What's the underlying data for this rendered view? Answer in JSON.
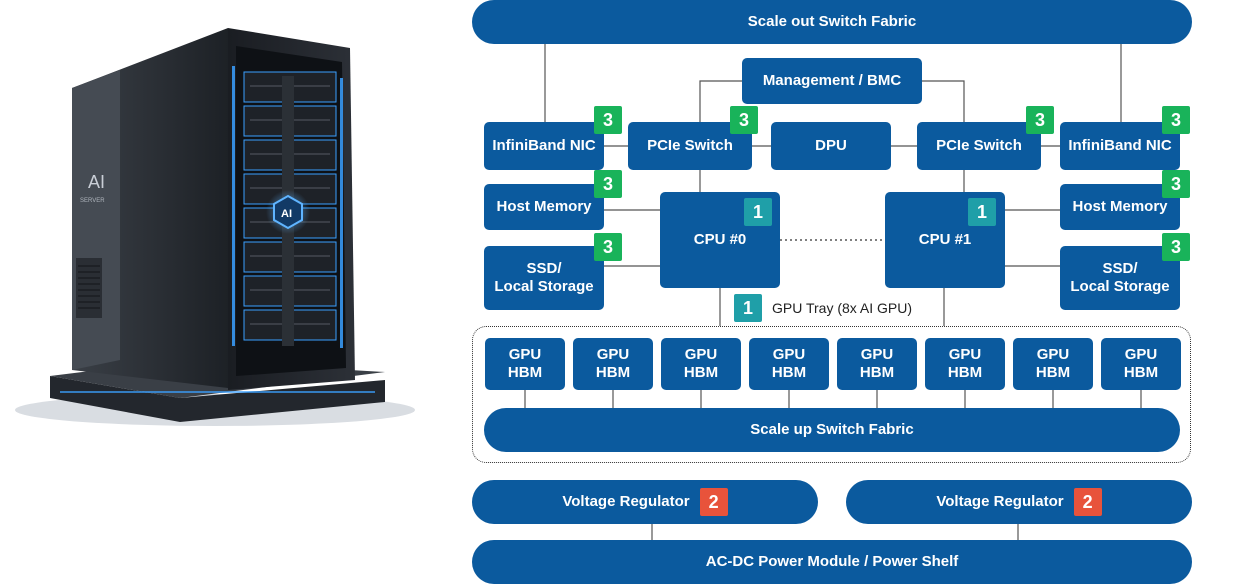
{
  "diagram": {
    "scale_out_fabric": "Scale out Switch Fabric",
    "management": "Management / BMC",
    "infiniband_left": "InfiniBand NIC",
    "infiniband_right": "InfiniBand NIC",
    "pcie_left": "PCIe Switch",
    "pcie_right": "PCIe Switch",
    "dpu": "DPU",
    "host_memory_left": "Host Memory",
    "host_memory_right": "Host Memory",
    "ssd_left": "SSD/\nLocal Storage",
    "ssd_right": "SSD/\nLocal Storage",
    "cpu0": "CPU #0",
    "cpu1": "CPU #1",
    "gpu_tray_label": "GPU Tray (8x AI GPU)",
    "gpu_label": "GPU\nHBM",
    "scale_up_fabric": "Scale up Switch Fabric",
    "voltage_regulator_left": "Voltage Regulator",
    "voltage_regulator_right": "Voltage Regulator",
    "power": "AC-DC Power Module / Power Shelf",
    "badges": {
      "three": "3",
      "one": "1",
      "two": "2"
    }
  },
  "server_image": {
    "label_main": "AI",
    "label_sub": "SERVER",
    "chip_label": "AI"
  },
  "colors": {
    "box_blue": "#0b5a9e",
    "badge_green": "#19b35a",
    "badge_teal": "#1f9fa8",
    "badge_red": "#e8533b",
    "server_glow": "#3aa0ff"
  }
}
